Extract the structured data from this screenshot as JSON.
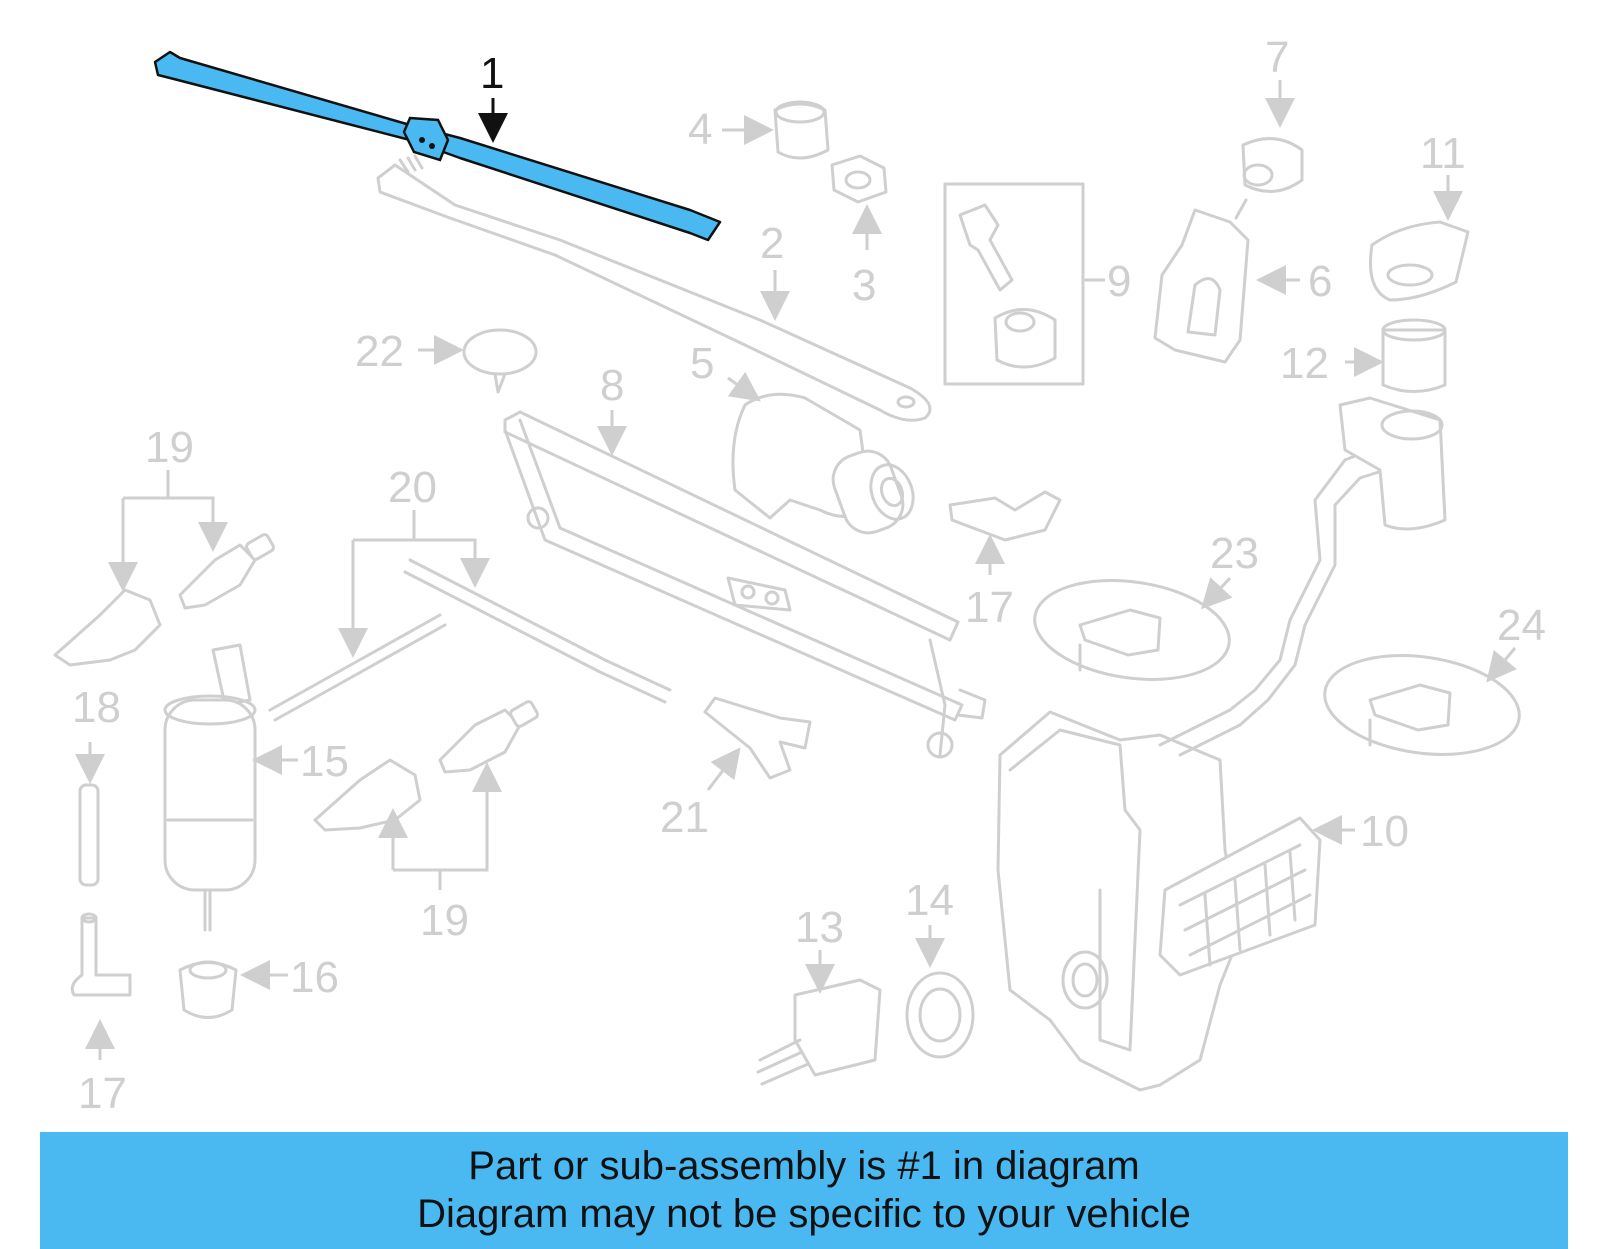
{
  "highlight_color": "#4bb9f1",
  "callouts": {
    "c1": "1",
    "c2": "2",
    "c3": "3",
    "c4": "4",
    "c5": "5",
    "c6": "6",
    "c7": "7",
    "c8": "8",
    "c9": "9",
    "c10": "10",
    "c11": "11",
    "c12": "12",
    "c13": "13",
    "c14": "14",
    "c15": "15",
    "c16": "16",
    "c17a": "17",
    "c17b": "17",
    "c18": "18",
    "c19a": "19",
    "c19b": "19",
    "c20": "20",
    "c21": "21",
    "c22": "22",
    "c23": "23",
    "c24": "24"
  },
  "banner": {
    "line1": "Part or sub-assembly is #1 in diagram",
    "line2": "Diagram may not be specific to your vehicle"
  }
}
